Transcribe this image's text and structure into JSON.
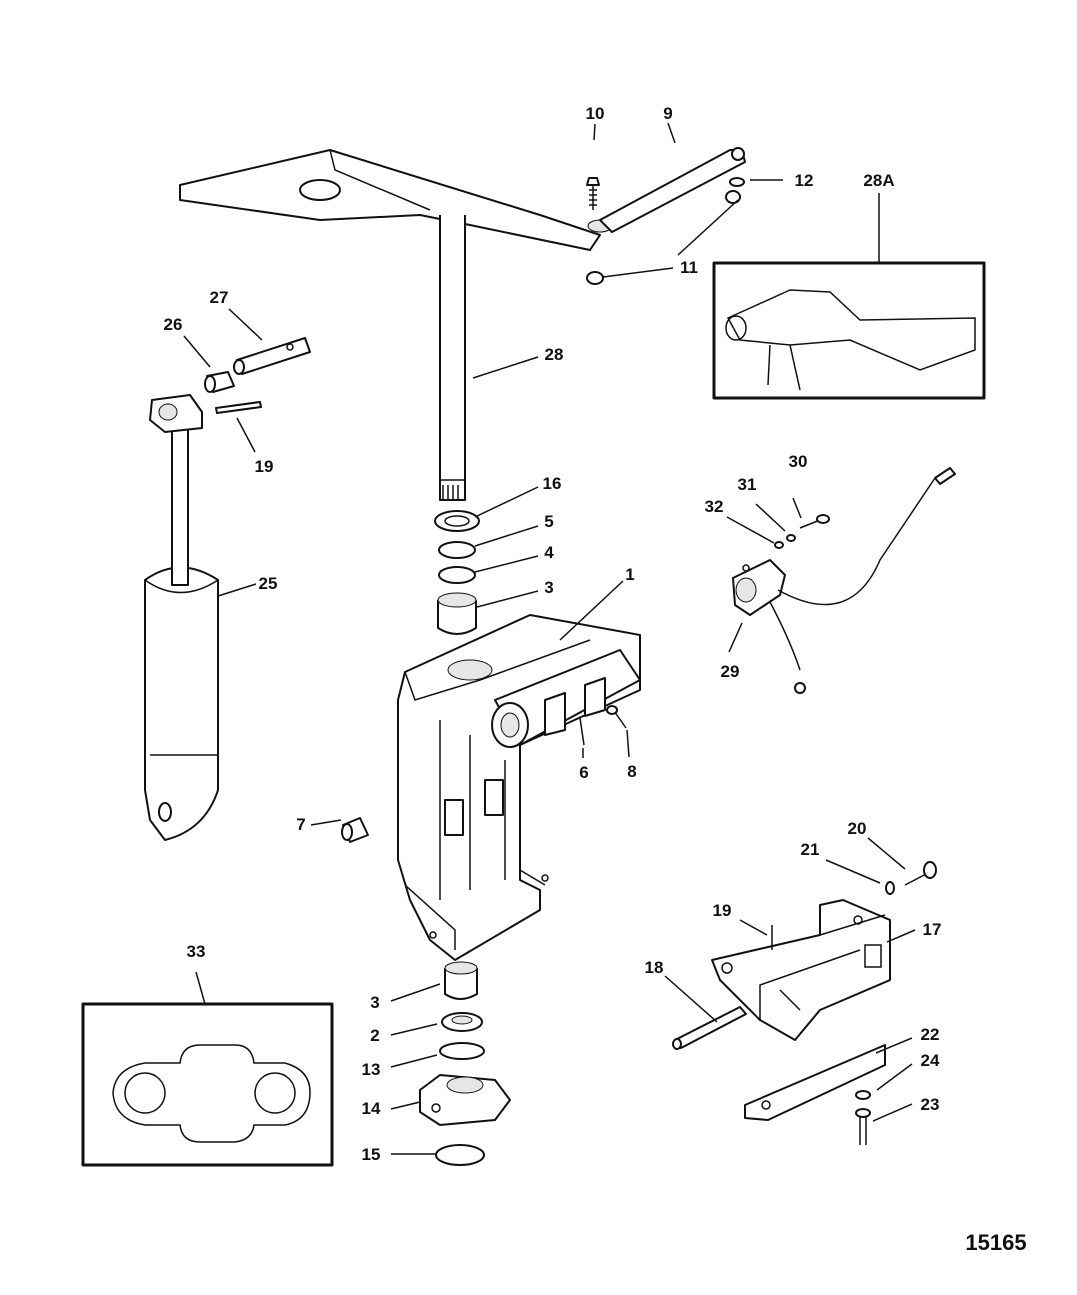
{
  "figure_number": "15165",
  "labels": {
    "l1": "1",
    "l2": "2",
    "l3a": "3",
    "l3b": "3",
    "l4": "4",
    "l5": "5",
    "l6": "6",
    "l7": "7",
    "l8": "8",
    "l9": "9",
    "l10": "10",
    "l11": "11",
    "l12": "12",
    "l13": "13",
    "l14": "14",
    "l15": "15",
    "l16": "16",
    "l17": "17",
    "l18": "18",
    "l19a": "19",
    "l19b": "19",
    "l20": "20",
    "l21": "21",
    "l22": "22",
    "l23": "23",
    "l24": "24",
    "l25": "25",
    "l26": "26",
    "l27": "27",
    "l28": "28",
    "l28a": "28A",
    "l29": "29",
    "l30": "30",
    "l31": "31",
    "l32": "32",
    "l33": "33"
  }
}
